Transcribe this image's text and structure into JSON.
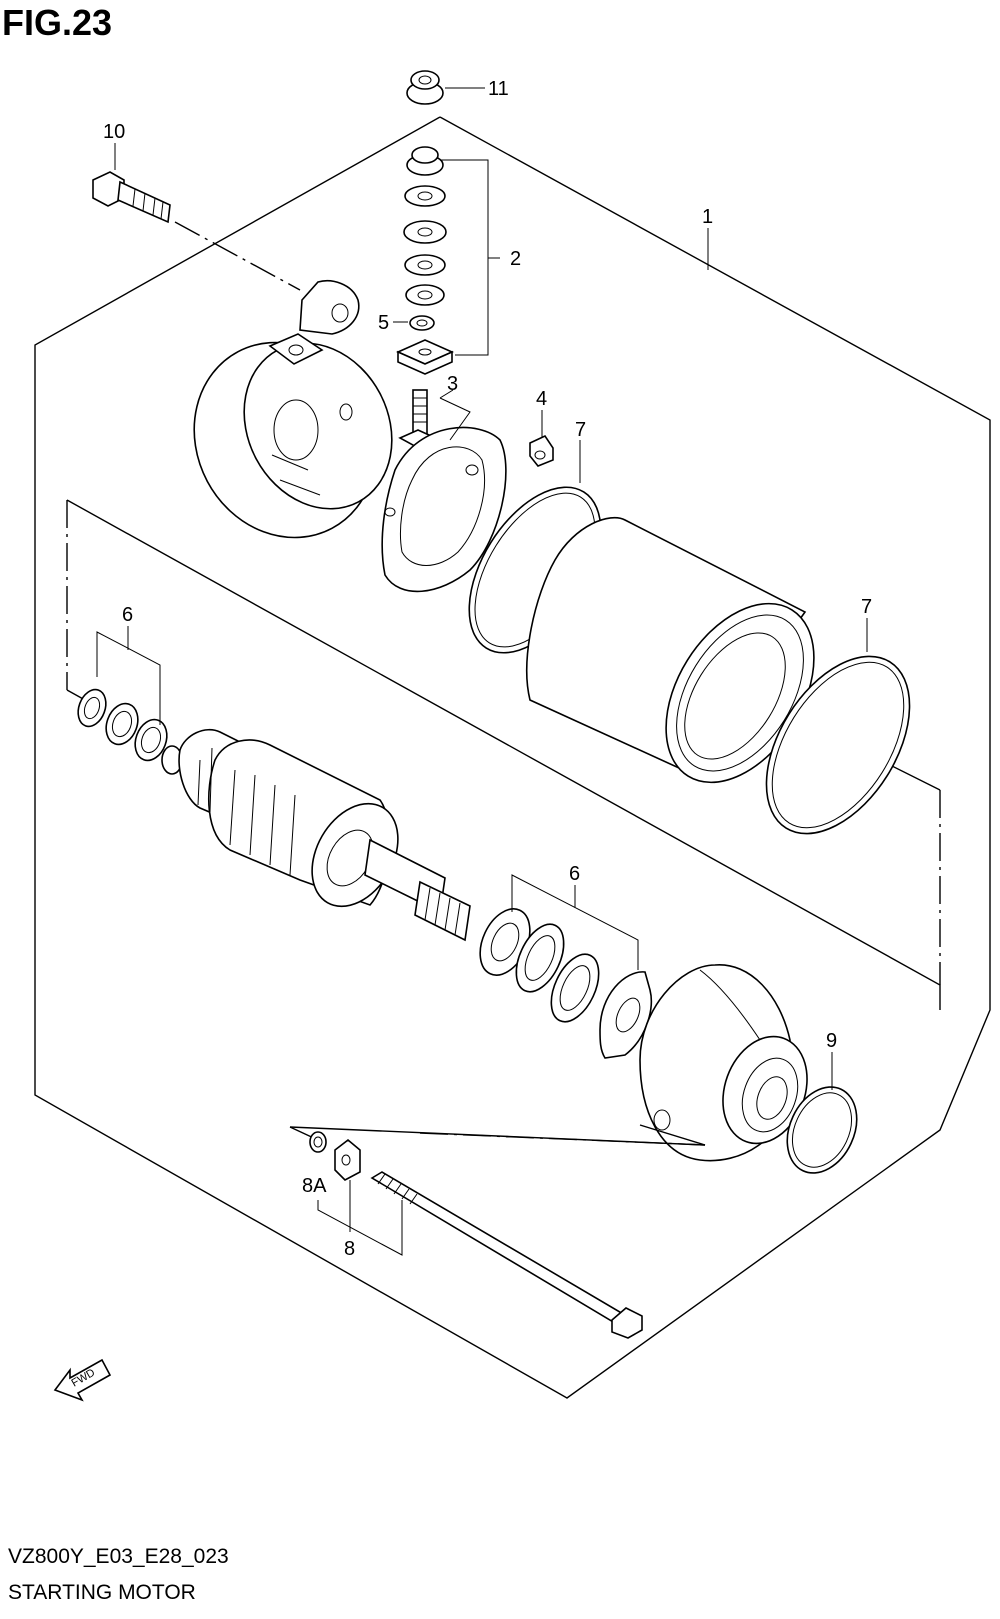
{
  "figure": {
    "title": "FIG.23",
    "code": "VZ800Y_E03_E28_023",
    "name": "STARTING MOTOR",
    "fwd_label": "FWD"
  },
  "callouts": [
    {
      "id": "c11",
      "text": "11"
    },
    {
      "id": "c10",
      "text": "10"
    },
    {
      "id": "c1",
      "text": "1"
    },
    {
      "id": "c2",
      "text": "2"
    },
    {
      "id": "c5",
      "text": "5"
    },
    {
      "id": "c3",
      "text": "3"
    },
    {
      "id": "c4",
      "text": "4"
    },
    {
      "id": "c7a",
      "text": "7"
    },
    {
      "id": "c7b",
      "text": "7"
    },
    {
      "id": "c6a",
      "text": "6"
    },
    {
      "id": "c6b",
      "text": "6"
    },
    {
      "id": "c9",
      "text": "9"
    },
    {
      "id": "c8a",
      "text": "8A"
    },
    {
      "id": "c8",
      "text": "8"
    }
  ]
}
